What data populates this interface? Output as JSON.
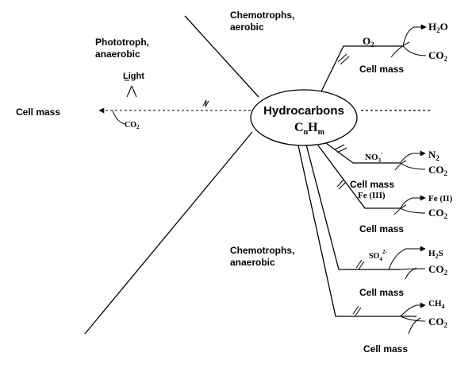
{
  "center": {
    "line1": "Hydrocarbons",
    "base_c": "C",
    "sub_n": "n",
    "base_h": "H",
    "sub_m": "m"
  },
  "groups": {
    "chemo_aerobic": [
      "Chemotrophs,",
      "aerobic"
    ],
    "photo_anaerobic": [
      "Phototroph,",
      "anaerobic"
    ],
    "chemo_anaerobic": [
      "Chemotrophs,",
      "anaerobic"
    ]
  },
  "phototroph": {
    "light": "Light",
    "cell_mass": "Cell mass",
    "co2_base": "CO",
    "co2_sub": "2"
  },
  "branches": {
    "o2": {
      "acceptor_base": "O",
      "acceptor_sub": "2",
      "product_base": "H",
      "product_sub": "2",
      "product_tail": "O",
      "co2_base": "CO",
      "co2_sub": "2",
      "cell_mass": "Cell mass"
    },
    "no3": {
      "acceptor_base": "NO",
      "acceptor_sub": "3",
      "acceptor_sup": "-",
      "product_base": "N",
      "product_sub": "2",
      "co2_base": "CO",
      "co2_sub": "2",
      "cell_mass": "Cell mass"
    },
    "fe": {
      "acceptor": "Fe (III)",
      "product": "Fe (II)",
      "co2_base": "CO",
      "co2_sub": "2",
      "cell_mass": "Cell mass"
    },
    "so4": {
      "acceptor_base": "SO",
      "acceptor_sub": "4",
      "acceptor_sup": "2-",
      "product_base": "H",
      "product_sub": "2",
      "product_tail": "S",
      "co2_base": "CO",
      "co2_sub": "2",
      "cell_mass": "Cell mass"
    },
    "ch4": {
      "product_base": "CH",
      "product_sub": "4",
      "co2_base": "CO",
      "co2_sub": "2",
      "cell_mass": "Cell mass"
    }
  }
}
